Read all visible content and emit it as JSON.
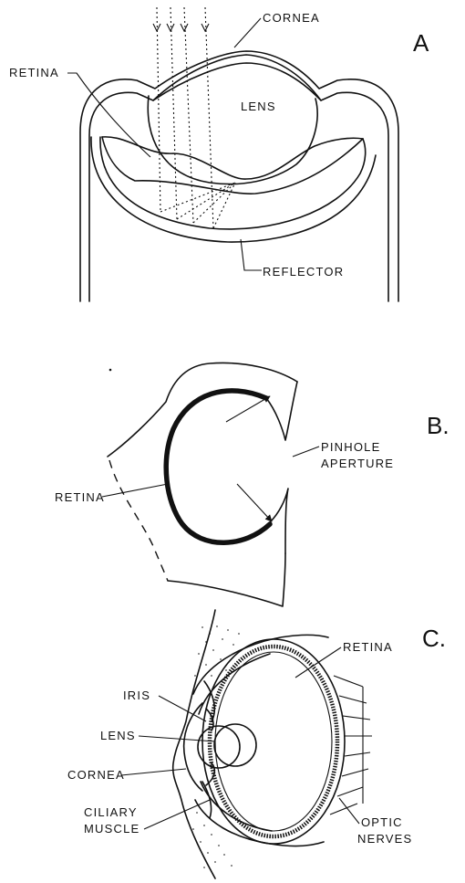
{
  "panels": {
    "a": {
      "letter": "A",
      "labels": {
        "cornea": "CORNEA",
        "retina": "RETINA",
        "lens": "LENS",
        "reflector": "REFLECTOR"
      }
    },
    "b": {
      "letter": "B.",
      "labels": {
        "pinhole_line1": "PINHOLE",
        "pinhole_line2": "APERTURE",
        "retina": "RETINA"
      }
    },
    "c": {
      "letter": "C.",
      "labels": {
        "retina": "RETINA",
        "iris": "IRIS",
        "lens": "LENS",
        "cornea": "CORNEA",
        "ciliary_line1": "CILIARY",
        "ciliary_line2": "MUSCLE",
        "optic_line1": "OPTIC",
        "optic_line2": "NERVES"
      }
    }
  },
  "colors": {
    "ink": "#111111",
    "background": "#ffffff"
  }
}
